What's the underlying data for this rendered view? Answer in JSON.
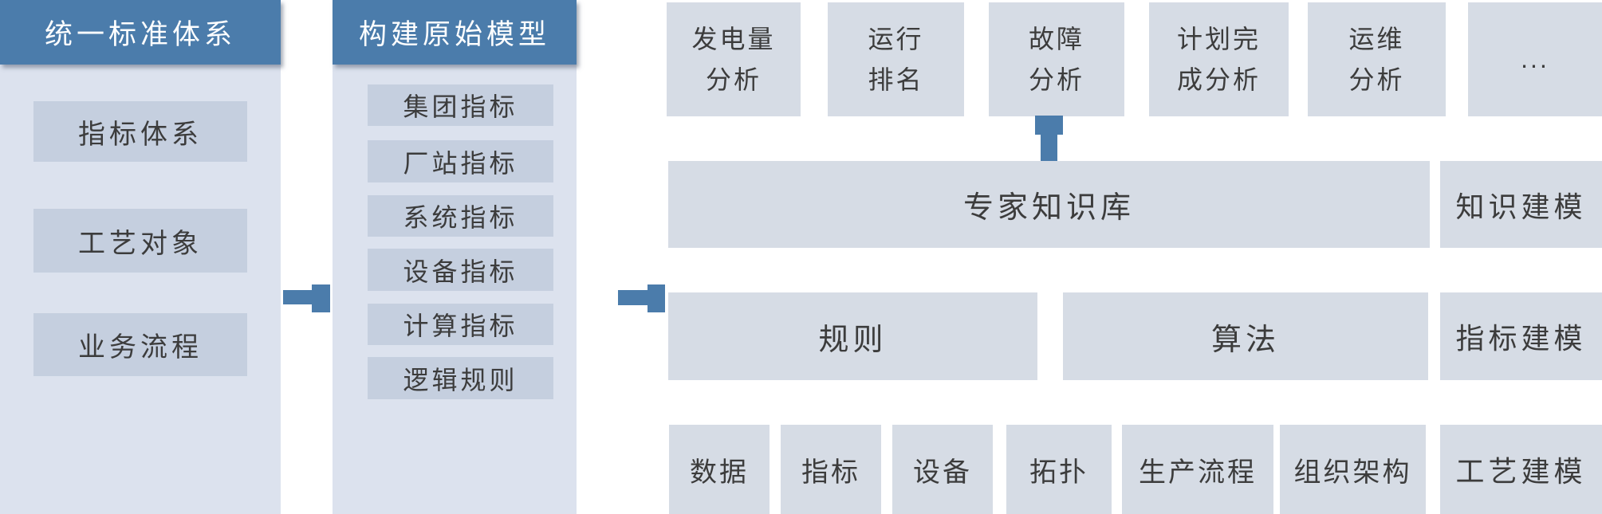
{
  "palette": {
    "accent_blue": "#4B7CAB",
    "panel_light": "#DCE2EE",
    "panel_item": "#C5CFDF",
    "box_gray": "#D6DCE5",
    "text_dark": "#3C3C3C",
    "text_light": "#FFFFFF"
  },
  "left_column": {
    "header": "统一标准体系",
    "items": [
      "指标体系",
      "工艺对象",
      "业务流程"
    ]
  },
  "model_column": {
    "header": "构建原始模型",
    "items": [
      "集团指标",
      "厂站指标",
      "系统指标",
      "设备指标",
      "计算指标",
      "逻辑规则"
    ]
  },
  "analysis_row": [
    {
      "line1": "发电量",
      "line2": "分析"
    },
    {
      "line1": "运行",
      "line2": "排名"
    },
    {
      "line1": "故障",
      "line2": "分析"
    },
    {
      "line1": "计划完",
      "line2": "成分析"
    },
    {
      "line1": "运维",
      "line2": "分析"
    },
    {
      "line1": "..."
    }
  ],
  "knowledge_box": "专家知识库",
  "rule_box": "规则",
  "algorithm_box": "算法",
  "modeling_column": {
    "knowledge": "知识建模",
    "indicator": "指标建模",
    "process": "工艺建模"
  },
  "data_row": [
    "数据",
    "指标",
    "设备",
    "拓扑",
    "生产流程",
    "组织架构"
  ]
}
